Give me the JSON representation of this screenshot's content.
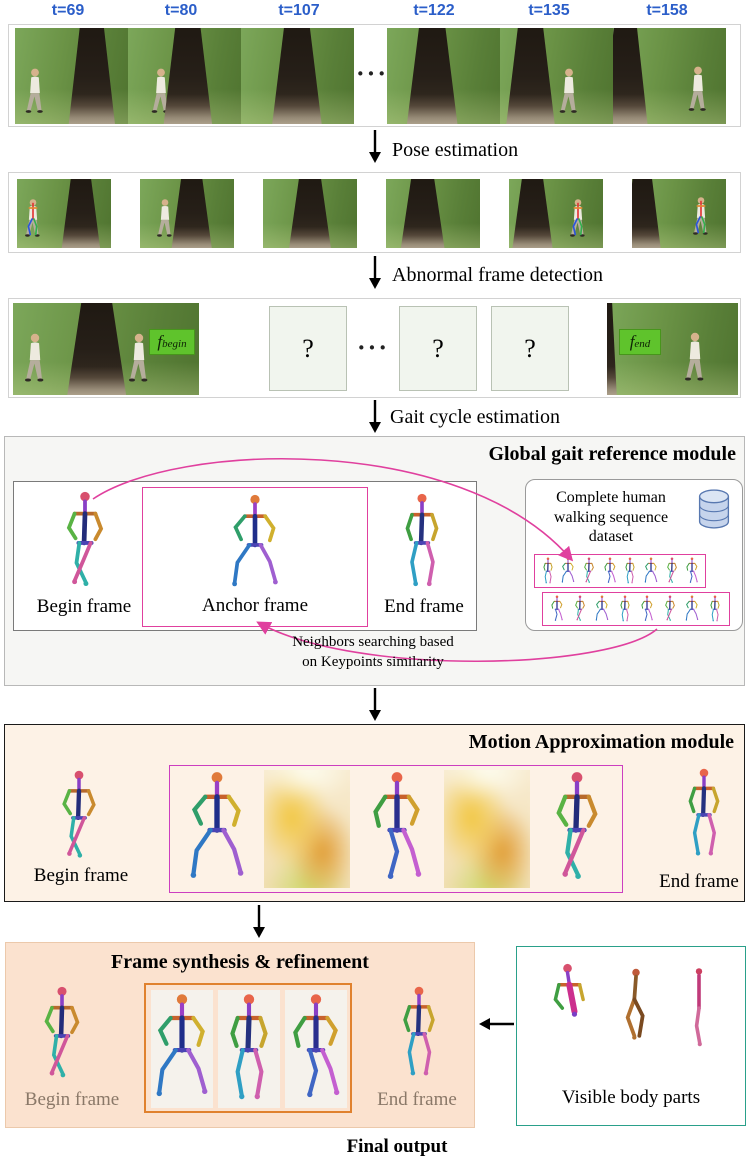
{
  "timestamps": [
    "t=69",
    "t=80",
    "t=107",
    "t=122",
    "t=135",
    "t=158"
  ],
  "labels": {
    "dots": "···"
  },
  "flow": {
    "pose": "Pose estimation",
    "abnormal": "Abnormal frame detection",
    "gait": "Gait cycle estimation"
  },
  "abnormal": {
    "f": "f",
    "begin_sub": "begin",
    "end_sub": "end",
    "unknown": "?"
  },
  "global_module": {
    "title": "Global gait reference module",
    "begin_label": "Begin frame",
    "anchor_label": "Anchor frame",
    "end_label": "End frame",
    "dataset_label": "Complete human walking sequence dataset",
    "neighbors_line1": "Neighbors searching based",
    "neighbors_line2": "on Keypoints similarity"
  },
  "motion_module": {
    "title": "Motion Approximation module",
    "begin_label": "Begin frame",
    "end_label": "End frame"
  },
  "synthesis_module": {
    "title": "Frame synthesis & refinement",
    "begin_label": "Begin frame",
    "end_label": "End frame"
  },
  "visible_parts_label": "Visible body parts",
  "final_output": "Final output",
  "colors": {
    "timestamp_blue": "#2b5ec9",
    "search_arrow_magenta": "#e0409e",
    "badge_green": "#5fc32c",
    "motion_box_magenta": "#cc3fc0",
    "refine_box_orange": "#e0812e",
    "visible_parts_teal": "#2aa08a",
    "motion_module_bg": "#fdf2e6",
    "synthesis_module_bg": "#fbe2cf"
  }
}
